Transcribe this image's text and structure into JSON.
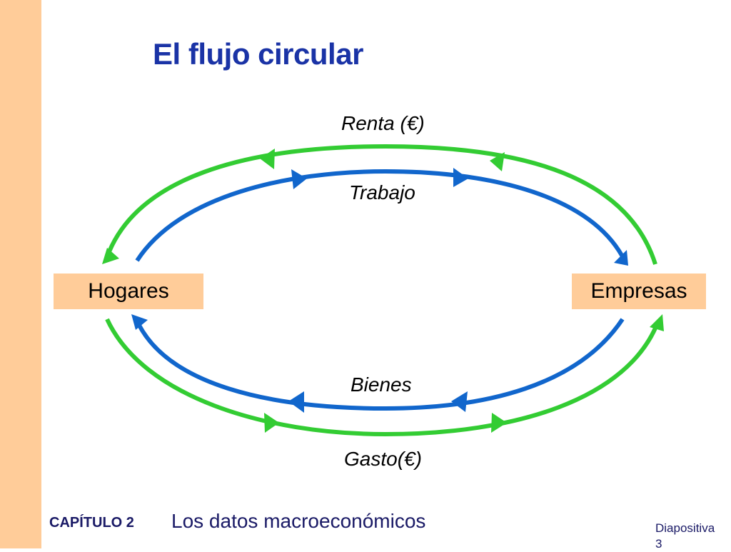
{
  "title": "El flujo circular",
  "nodes": {
    "households": "Hogares",
    "firms": "Empresas"
  },
  "flows": {
    "income": "Renta (€)",
    "labor": "Trabajo",
    "goods": "Bienes",
    "spending": "Gasto(€)"
  },
  "colors": {
    "money_flow": "#33cc33",
    "real_flow": "#1166cc",
    "box_fill": "#ffcc99",
    "title": "#1a33a6"
  },
  "footer": {
    "chapter": "CAPÍTULO 2",
    "chapter_title": "Los datos macroeconómicos",
    "slide_label": "Diapositiva",
    "slide_number": "3"
  }
}
